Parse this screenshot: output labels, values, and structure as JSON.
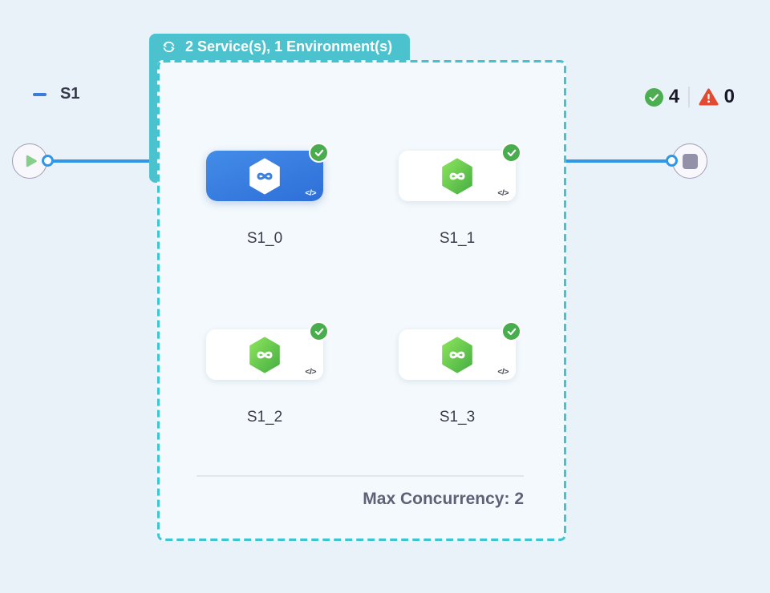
{
  "stage_badge": {
    "label": "2 Service(s), 1 Environment(s)"
  },
  "group": {
    "title": "S1",
    "success_count": "4",
    "failure_count": "0",
    "max_concurrency": "Max Concurrency: 2",
    "services": [
      {
        "label": "S1_0",
        "selected": true,
        "status": "success"
      },
      {
        "label": "S1_1",
        "selected": false,
        "status": "success"
      },
      {
        "label": "S1_2",
        "selected": false,
        "status": "success"
      },
      {
        "label": "S1_3",
        "selected": false,
        "status": "success"
      }
    ]
  },
  "icons": {
    "code_glyph": "</>"
  },
  "colors": {
    "teal": "#4CC2CE",
    "dash_teal": "#3EC5D1",
    "edge_blue": "#2F96E8",
    "selected_card_blue": "#3B82E0",
    "success_green": "#4CAE50",
    "error_red": "#E04B31",
    "hexagon_green": "#5BC24D"
  }
}
